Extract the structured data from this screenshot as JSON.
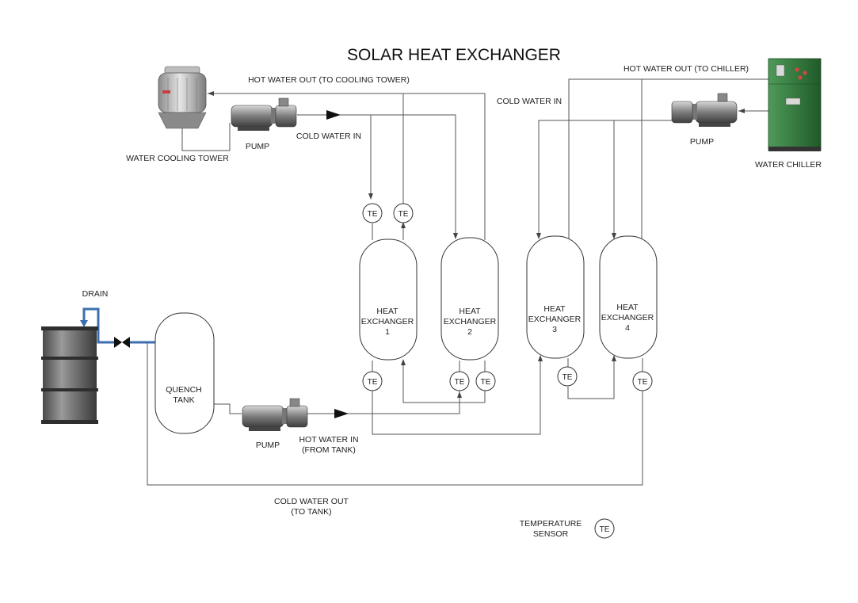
{
  "title": "SOLAR HEAT EXCHANGER",
  "labels": {
    "hot_water_out_cooling_tower": "HOT WATER OUT (TO COOLING TOWER)",
    "hot_water_out_chiller": "HOT WATER OUT (TO CHILLER)",
    "cold_water_in_top": "COLD WATER IN",
    "cold_water_in_left": "COLD WATER IN",
    "water_cooling_tower": "WATER COOLING TOWER",
    "pump_left": "PUMP",
    "pump_right": "PUMP",
    "pump_bottom": "PUMP",
    "water_chiller": "WATER CHILLER",
    "drain": "DRAIN",
    "quench_line1": "QUENCH",
    "quench_line2": "TANK",
    "hot_water_in_line1": "HOT WATER IN",
    "hot_water_in_line2": "(FROM TANK)",
    "cold_water_out_line1": "COLD WATER OUT",
    "cold_water_out_line2": "(TO TANK)",
    "legend_line1": "TEMPERATURE",
    "legend_line2": "SENSOR"
  },
  "exchangers": [
    {
      "line1": "HEAT",
      "line2": "EXCHANGER",
      "num": "1"
    },
    {
      "line1": "HEAT",
      "line2": "EXCHANGER",
      "num": "2"
    },
    {
      "line1": "HEAT",
      "line2": "EXCHANGER",
      "num": "3"
    },
    {
      "line1": "HEAT",
      "line2": "EXCHANGER",
      "num": "4"
    }
  ],
  "sensor_label": "TE",
  "colors": {
    "drain_pipe": "#3d6fb0",
    "chiller_body": "#2f7a3c",
    "pipe": "#555555"
  }
}
